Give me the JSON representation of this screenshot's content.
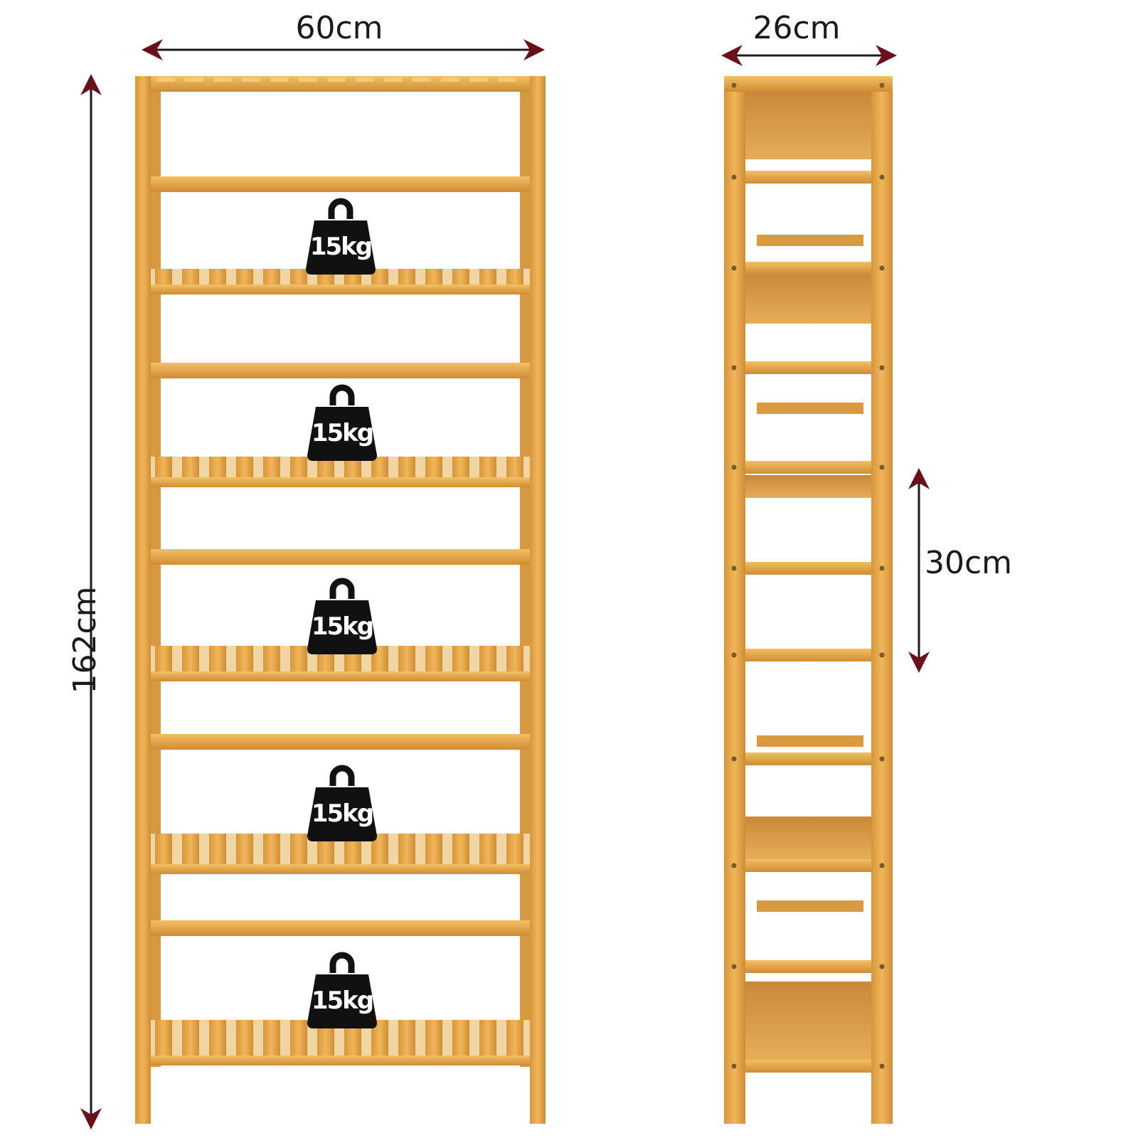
{
  "dimensions": {
    "width": "60cm",
    "depth": "26cm",
    "height": "162cm",
    "shelf_gap": "30cm"
  },
  "load_capacity": {
    "per_shelf": "15kg",
    "badges": [
      "15kg",
      "15kg",
      "15kg",
      "15kg",
      "15kg"
    ]
  },
  "colors": {
    "wood": "#e2a44a",
    "wood_dark": "#c98a30",
    "arrow": "#6b0f1a",
    "badge": "#111111"
  }
}
